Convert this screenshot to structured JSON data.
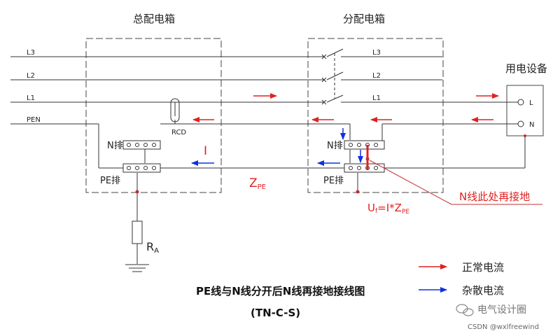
{
  "boxes": {
    "main": "总配电箱",
    "sub": "分配电箱",
    "device": "用电设备"
  },
  "lines": {
    "l3": "L3",
    "l2": "L2",
    "l1": "L1",
    "pen": "PEN"
  },
  "device_terminals": {
    "l": "L",
    "n": "N"
  },
  "bars": {
    "n_bar": "N排",
    "pe_bar": "PE排"
  },
  "labels": {
    "rcd": "RCD",
    "current": "I",
    "zpe_z": "Z",
    "zpe_sub": "PE",
    "ra_r": "R",
    "ra_sub": "A",
    "uf_u": "U",
    "uf_sub": "f",
    "uf_eq": "=I*Z",
    "uf_pe": "PE",
    "callout": "N线此处再接地"
  },
  "legend": {
    "normal": "正常电流",
    "stray": "杂散电流"
  },
  "colors": {
    "normal": "#e02020",
    "stray": "#1030e0",
    "wire": "#333333",
    "callout": "#c03030"
  },
  "title": {
    "main": "PE线与N线分开后N线再接地接线图",
    "sub": "(TN-C-S)"
  },
  "watermark": {
    "brand": "电气设计圈",
    "csdn": "CSDN @wxlfreewind"
  }
}
